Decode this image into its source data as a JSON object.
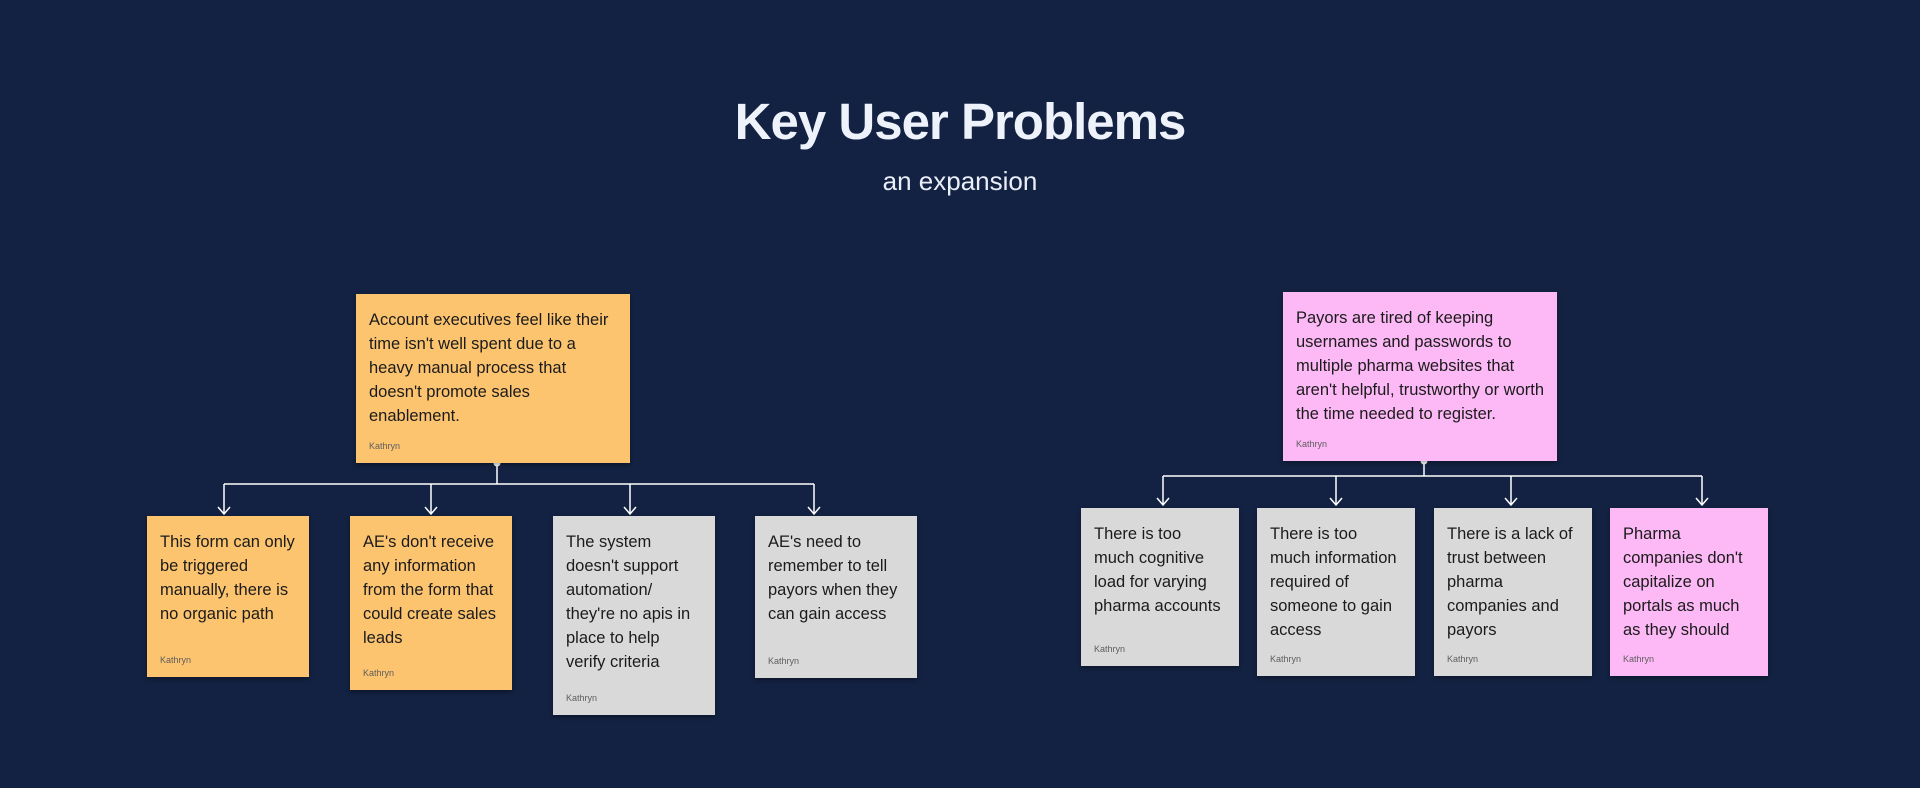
{
  "header": {
    "title": "Key User Problems",
    "subtitle": "an expansion"
  },
  "colors": {
    "background": "#132242",
    "orange_note": "#fdc470",
    "pink_note": "#fdb8f6",
    "gray_note": "#d9d9d9",
    "connector": "#ffffff"
  },
  "left_tree": {
    "root": {
      "text": "Account executives feel like their time isn't well spent due to a heavy manual process that doesn't promote sales enablement.",
      "author": "Kathryn",
      "color": "orange"
    },
    "children": [
      {
        "text": "This form can only be triggered manually, there is no organic path",
        "author": "Kathryn",
        "color": "orange"
      },
      {
        "text": "AE's don't receive any information from the form that could create sales leads",
        "author": "Kathryn",
        "color": "orange"
      },
      {
        "text": "The system doesn't support automation/ they're no apis in place to help verify criteria",
        "author": "Kathryn",
        "color": "gray"
      },
      {
        "text": "AE's need to remember to tell payors when they can gain access",
        "author": "Kathryn",
        "color": "gray"
      }
    ]
  },
  "right_tree": {
    "root": {
      "text": "Payors are tired of keeping usernames and passwords to multiple pharma websites that aren't helpful, trustworthy or worth the time needed to register.",
      "author": "Kathryn",
      "color": "pink"
    },
    "children": [
      {
        "text": "There is too much cognitive load for varying pharma accounts",
        "author": "Kathryn",
        "color": "gray"
      },
      {
        "text": "There is too much information required of someone to gain access",
        "author": "Kathryn",
        "color": "gray"
      },
      {
        "text": "There is a lack of trust between pharma companies and payors",
        "author": "Kathryn",
        "color": "gray"
      },
      {
        "text": "Pharma companies don't capitalize on portals as much as they should",
        "author": "Kathryn",
        "color": "pink"
      }
    ]
  }
}
